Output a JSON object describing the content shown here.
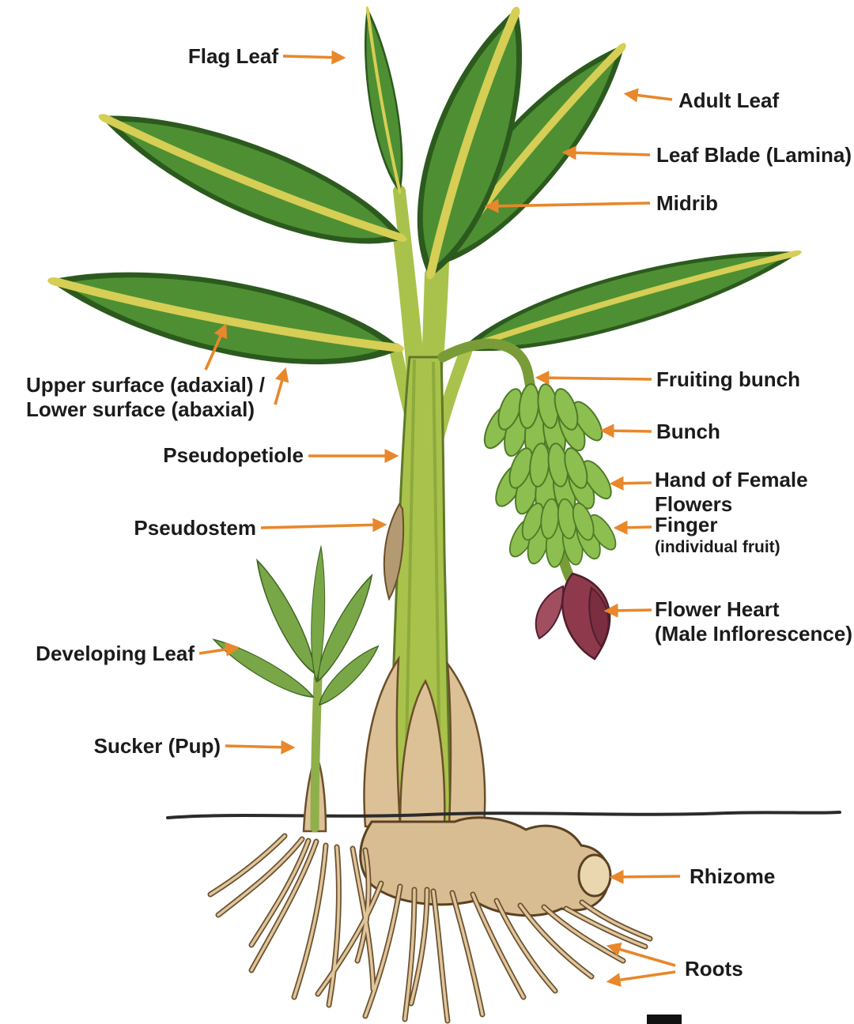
{
  "diagram": {
    "labels": {
      "flag_leaf": "Flag Leaf",
      "adult_leaf": "Adult Leaf",
      "leaf_blade": "Leaf Blade (Lamina)",
      "midrib": "Midrib",
      "surface_line1": "Upper surface (adaxial) /",
      "surface_line2": "Lower surface (abaxial)",
      "fruiting_bunch": "Fruiting bunch",
      "bunch": "Bunch",
      "hand_line1": "Hand of Female",
      "hand_line2": "Flowers",
      "finger": "Finger",
      "finger_sub": "(individual fruit)",
      "pseudopetiole": "Pseudopetiole",
      "pseudostem": "Pseudostem",
      "flower_heart_line1": "Flower Heart",
      "flower_heart_line2": "(Male Inflorescence)",
      "developing_leaf": "Developing Leaf",
      "sucker": "Sucker (Pup)",
      "rhizome": "Rhizome",
      "roots": "Roots"
    },
    "colors": {
      "arrow": "#E8872B",
      "leaf": "#4E8F33",
      "leaf_edge": "#2C5A1E",
      "leaf_young": "#79A748",
      "midrib": "#D6CE55",
      "stem": "#A9C24C",
      "banana": "#8CBF4F",
      "flower": "#8E3A4C",
      "rhizome": "#D9BD92",
      "text": "#1B1B1B",
      "background": "#FFFFFF"
    }
  }
}
